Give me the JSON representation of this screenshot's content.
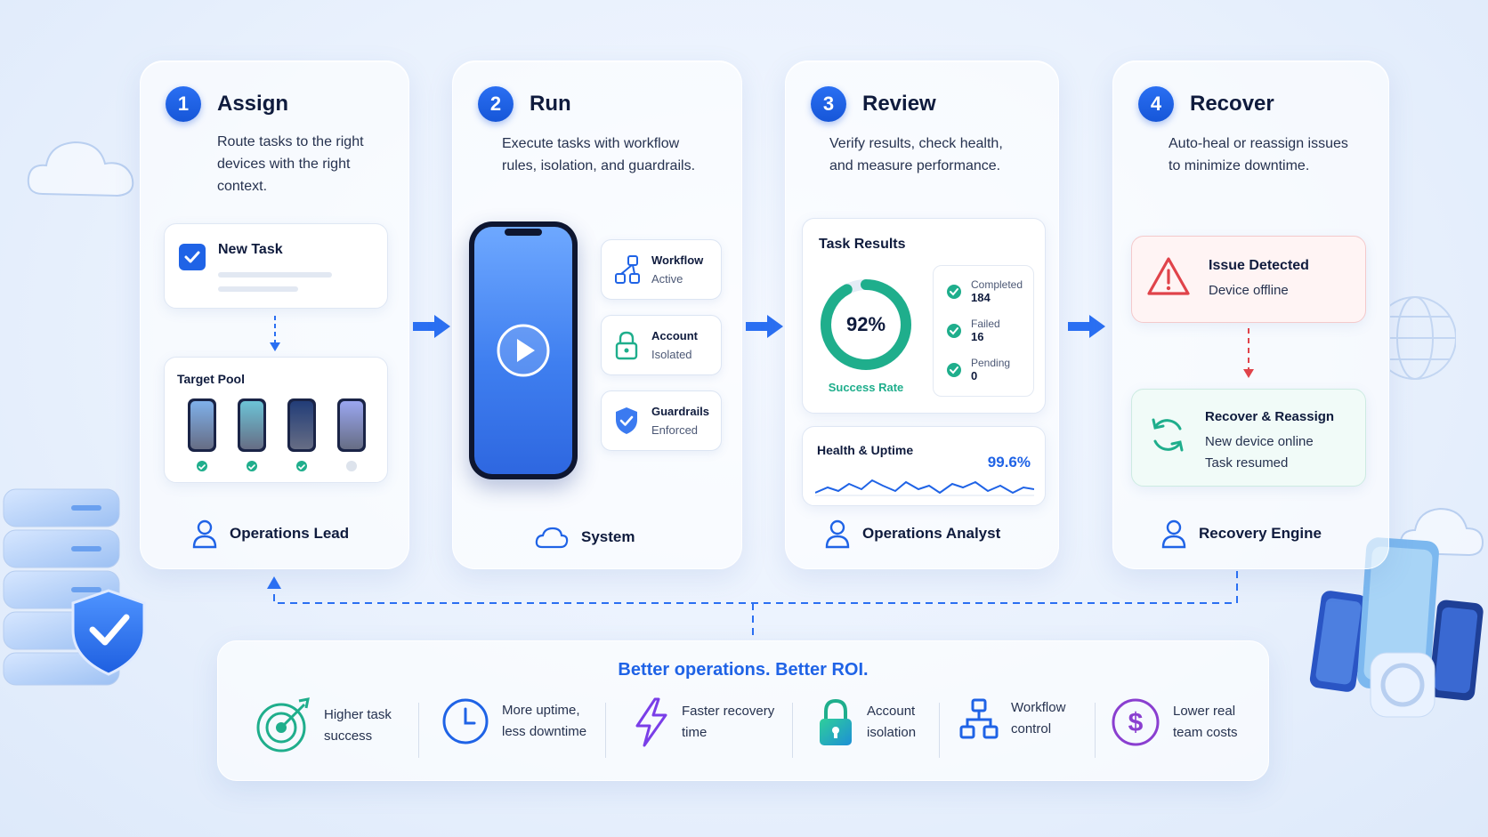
{
  "steps": [
    {
      "number": "1",
      "title": "Assign",
      "desc1": "Route tasks to the right",
      "desc2": "devices with the right",
      "desc3": "context.",
      "role": "Operations Lead"
    },
    {
      "number": "2",
      "title": "Run",
      "desc1": "Execute tasks with workflow",
      "desc2": "rules, isolation, and guardrails.",
      "role": "System"
    },
    {
      "number": "3",
      "title": "Review",
      "desc1": "Verify results, check health,",
      "desc2": "and measure performance.",
      "role": "Operations Analyst"
    },
    {
      "number": "4",
      "title": "Recover",
      "desc1": "Auto-heal or reassign issues",
      "desc2": "to minimize downtime.",
      "role": "Recovery Engine"
    }
  ],
  "assign": {
    "new_task": "New Task",
    "target_pool": "Target Pool",
    "devices": [
      {
        "status": "ready",
        "color": "#7fb0ea"
      },
      {
        "status": "ready",
        "color": "#6cc3d6"
      },
      {
        "status": "ready",
        "color": "#223d78"
      },
      {
        "status": "idle",
        "color": "#9aa6f0"
      }
    ]
  },
  "run": {
    "chips": [
      {
        "title": "Workflow",
        "sub": "Active",
        "icon": "workflow-icon"
      },
      {
        "title": "Account",
        "sub": "Isolated",
        "icon": "lock-icon"
      },
      {
        "title": "Guardrails",
        "sub": "Enforced",
        "icon": "shield-icon"
      }
    ]
  },
  "review": {
    "task_results": "Task Results",
    "success_rate": "92%",
    "success_rate_value": 0.92,
    "success_label": "Success Rate",
    "completed_label": "Completed",
    "completed_value": "184",
    "failed_label": "Failed",
    "failed_value": "16",
    "pending_label": "Pending",
    "pending_value": "0",
    "health_title": "Health & Uptime",
    "uptime": "99.6%"
  },
  "recover": {
    "issue_title": "Issue Detected",
    "issue_sub": "Device offline",
    "recover_title": "Recover & Reassign",
    "recover_line1": "New device online",
    "recover_line2": "Task resumed"
  },
  "footer": {
    "headline": "Better operations. Better ROI.",
    "benefits": [
      {
        "l1": "Higher task",
        "l2": "success",
        "icon": "target-icon"
      },
      {
        "l1": "More uptime,",
        "l2": "less downtime",
        "icon": "clock-icon"
      },
      {
        "l1": "Faster recovery",
        "l2": "time",
        "icon": "lightning-icon"
      },
      {
        "l1": "Account",
        "l2": "isolation",
        "icon": "lock-icon"
      },
      {
        "l1": "Workflow",
        "l2": "control",
        "icon": "workflow-icon"
      },
      {
        "l1": "Lower real",
        "l2": "team costs",
        "icon": "dollar-icon"
      }
    ]
  },
  "colors": {
    "accent": "#1f63e6",
    "success": "#1fae8c",
    "danger": "#e0434a",
    "lightning": "#7a3ee8",
    "dollar": "#8a3fd0"
  }
}
